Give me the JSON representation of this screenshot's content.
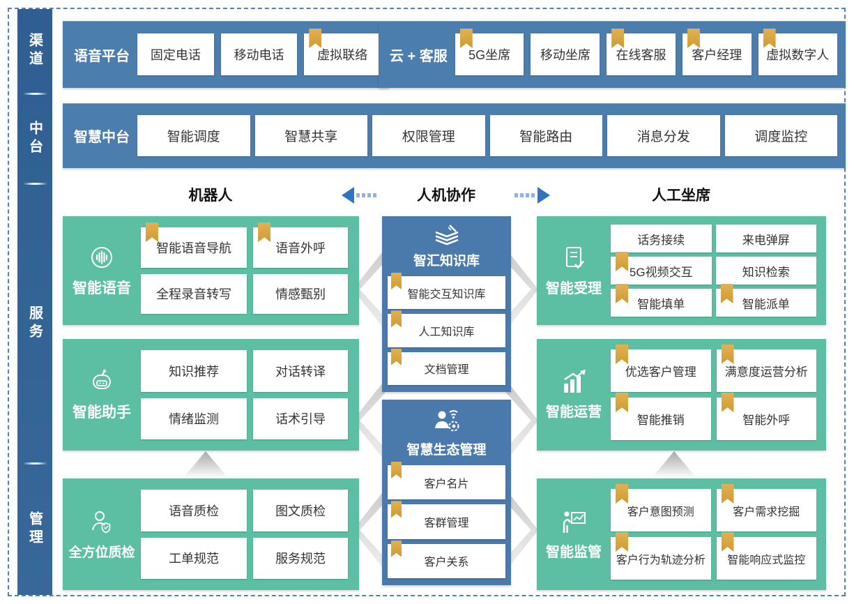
{
  "colors": {
    "sidebar_blue": "#2f5f92",
    "panel_blue": "#4b7dad",
    "center_blue": "#4a7aab",
    "green": "#5cbfa4",
    "bookmark_gold": "#d9a33c",
    "arrow_blue": "#2e74c0",
    "dashed_border": "#4f81bd"
  },
  "sidebar": {
    "sections": [
      {
        "label": "渠道"
      },
      {
        "label": "中台"
      },
      {
        "label": "服务"
      },
      {
        "label": "管理"
      }
    ]
  },
  "channel_row": {
    "voice_platform": {
      "title": "语音平台",
      "items": [
        {
          "label": "固定电话"
        },
        {
          "label": "移动电话"
        },
        {
          "label": "虚拟联络"
        }
      ]
    },
    "cloud_service": {
      "title": "云 + 客服",
      "items": [
        {
          "label": "5G坐席"
        },
        {
          "label": "移动坐席"
        },
        {
          "label": "在线客服"
        },
        {
          "label": "客户经理"
        },
        {
          "label": "虚拟数字人"
        }
      ]
    }
  },
  "middle_row": {
    "title": "智慧中台",
    "items": [
      {
        "label": "智能调度"
      },
      {
        "label": "智慧共享"
      },
      {
        "label": "权限管理"
      },
      {
        "label": "智能路由"
      },
      {
        "label": "消息分发"
      },
      {
        "label": "调度监控"
      }
    ]
  },
  "lane_headers": {
    "left": "机器人",
    "center": "人机协作",
    "right": "人工坐席"
  },
  "robot_lane": {
    "voice": {
      "title": "智能语音",
      "icon": "voice-wave-icon",
      "items": [
        {
          "label": "智能语音导航"
        },
        {
          "label": "语音外呼"
        },
        {
          "label": "全程录音转写"
        },
        {
          "label": "情感甄别"
        }
      ]
    },
    "assistant": {
      "title": "智能助手",
      "icon": "robot-icon",
      "items": [
        {
          "label": "知识推荐"
        },
        {
          "label": "对话转译"
        },
        {
          "label": "情绪监测"
        },
        {
          "label": "话术引导"
        }
      ]
    },
    "quality": {
      "title": "全方位质检",
      "icon": "inspector-shield-icon",
      "items": [
        {
          "label": "语音质检"
        },
        {
          "label": "图文质检"
        },
        {
          "label": "工单规范"
        },
        {
          "label": "服务规范"
        }
      ]
    }
  },
  "center_lane": {
    "knowledge": {
      "title": "智汇知识库",
      "icon": "book-pen-icon",
      "items": [
        {
          "label": "智能交互知识库"
        },
        {
          "label": "人工知识库"
        },
        {
          "label": "文档管理"
        }
      ]
    },
    "ecosystem": {
      "title": "智慧生态管理",
      "icon": "person-network-icon",
      "items": [
        {
          "label": "客户名片"
        },
        {
          "label": "客群管理"
        },
        {
          "label": "客户关系"
        }
      ]
    }
  },
  "agent_lane": {
    "acceptance": {
      "title": "智能受理",
      "icon": "document-check-icon",
      "items": [
        {
          "label": "话务接续"
        },
        {
          "label": "来电弹屏"
        },
        {
          "label": "5G视频交互"
        },
        {
          "label": "知识检索"
        },
        {
          "label": "智能填单"
        },
        {
          "label": "智能派单"
        }
      ]
    },
    "operation": {
      "title": "智能运营",
      "icon": "chart-growth-icon",
      "items": [
        {
          "label": "优选客户管理"
        },
        {
          "label": "满意度运营分析"
        },
        {
          "label": "智能推销"
        },
        {
          "label": "智能外呼"
        }
      ]
    },
    "supervision": {
      "title": "智能监管",
      "icon": "presenter-board-icon",
      "items": [
        {
          "label": "客户意图预测"
        },
        {
          "label": "客户需求挖掘"
        },
        {
          "label": "客户行为轨迹分析"
        },
        {
          "label": "智能响应式监控"
        }
      ]
    }
  }
}
